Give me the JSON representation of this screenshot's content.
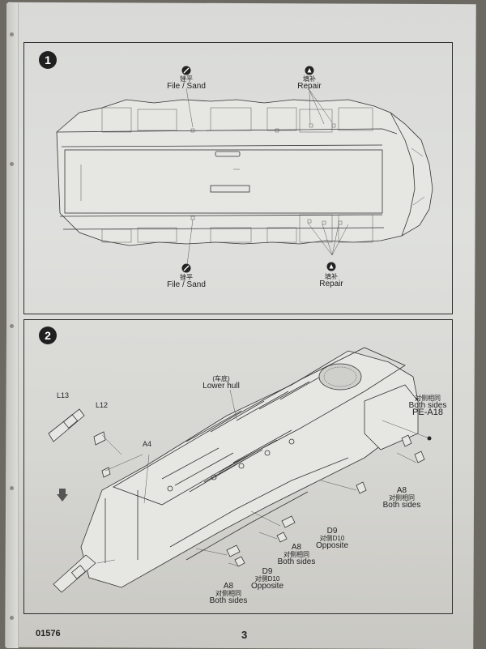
{
  "footer": {
    "kit_code": "01576",
    "page_number": "3"
  },
  "step1": {
    "number": "1",
    "file_top": {
      "cn": "锉平",
      "en": "File / Sand"
    },
    "repair_top": {
      "cn": "填补",
      "en": "Repair"
    },
    "file_bottom": {
      "cn": "锉平",
      "en": "File / Sand"
    },
    "repair_bottom": {
      "cn": "填补",
      "en": "Repair"
    }
  },
  "step2": {
    "number": "2",
    "lower_hull": {
      "cn": "(车底)",
      "en": "Lower hull"
    },
    "part_l13": "L13",
    "part_l12": "L12",
    "part_a4": "A4",
    "pe": {
      "cn": "对侧相同",
      "en": "Both sides",
      "part": "PE-A18"
    },
    "a8_right": {
      "part": "A8",
      "cn": "对侧相同",
      "en": "Both sides"
    },
    "d9_upper": {
      "part": "D9",
      "cn": "对侧D10",
      "en": "Opposite"
    },
    "a8_mid": {
      "part": "A8",
      "cn": "对侧相同",
      "en": "Both sides"
    },
    "d9_lower": {
      "part": "D9",
      "cn": "对侧D10",
      "en": "Opposite"
    },
    "a8_bottom": {
      "part": "A8",
      "cn": "对侧相同",
      "en": "Both sides"
    }
  },
  "icons": {
    "file_icon": "file-sand-icon",
    "repair_icon": "repair-icon",
    "arrow_icon": "down-arrow-icon"
  }
}
